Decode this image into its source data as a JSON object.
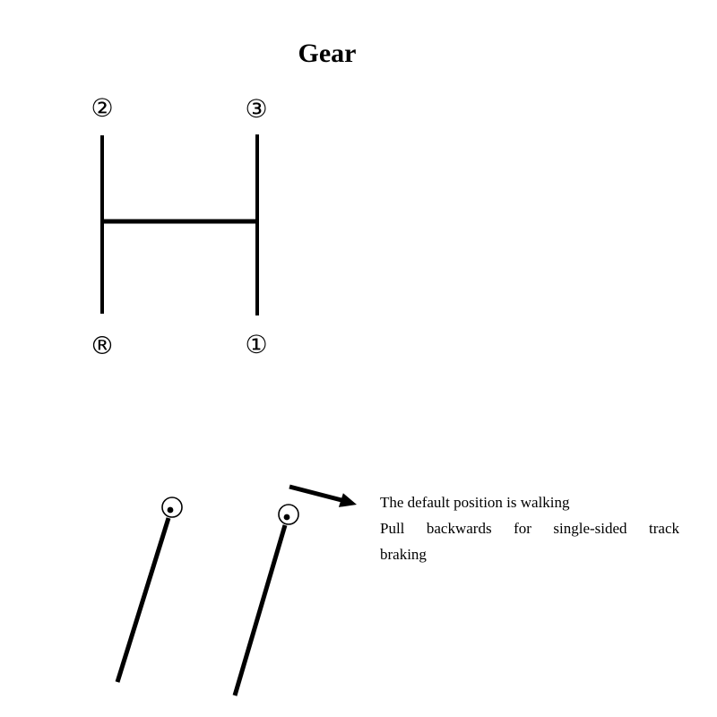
{
  "title": "Gear",
  "gear_shift": {
    "top_left_label": "②",
    "top_right_label": "③",
    "bottom_left_label": "®",
    "bottom_right_label": "①"
  },
  "lever_note": {
    "line1": "The default position is walking",
    "line2": "Pull backwards for single-sided track",
    "line3": "braking"
  },
  "icons": {
    "lever_pivot": "circled-dot-icon",
    "direction_arrow": "arrow-right-icon"
  },
  "colors": {
    "ink": "#000000",
    "background": "#ffffff"
  }
}
